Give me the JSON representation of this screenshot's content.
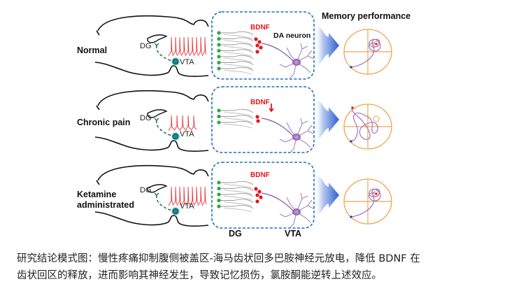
{
  "figure": {
    "title": "Memory performance",
    "rows": [
      {
        "condition": "Normal",
        "region_labels": {
          "dg": "DG",
          "vta": "VTA"
        },
        "spike_count": 9,
        "bdnf_label": "BDNF",
        "bdnf_decreased": false,
        "neuron_label": "DA neuron",
        "dg_axon_count": 7,
        "trajectory": "focused-target"
      },
      {
        "condition": "Chronic pain",
        "region_labels": {
          "dg": "DG",
          "vta": "VTA"
        },
        "spike_count": 5,
        "bdnf_label": "BDNF",
        "bdnf_decreased": true,
        "neuron_label": "",
        "dg_axon_count": 3,
        "trajectory": "scattered"
      },
      {
        "condition": "Ketamine administrated",
        "region_labels": {
          "dg": "DG",
          "vta": "VTA"
        },
        "spike_count": 9,
        "bdnf_label": "BDNF",
        "bdnf_decreased": false,
        "neuron_label": "",
        "dg_axon_count": 5,
        "trajectory": "focused-target"
      }
    ],
    "bottom_labels": {
      "dg": "DG",
      "vta": "VTA"
    },
    "colors": {
      "box_border": "#1b6fc2",
      "arrow": "#2c5fd0",
      "spikes": "#e8343c",
      "bdnf": "#e8141b",
      "dg_pathway": "#1f7a3a",
      "vta_soma": "#1f8c8a",
      "neuron": "#8a5aa8",
      "maze": "#f0a550",
      "trajectory": "#9a6ab8"
    }
  },
  "caption": {
    "line1": "研究结论模式图：慢性疼痛抑制腹侧被盖区-海马齿状回多巴胺神经元放电，降低 BDNF 在",
    "line2": "齿状回区的释放，进而影响其神经发生，导致记忆损伤，氯胺酮能逆转上述效应。"
  }
}
